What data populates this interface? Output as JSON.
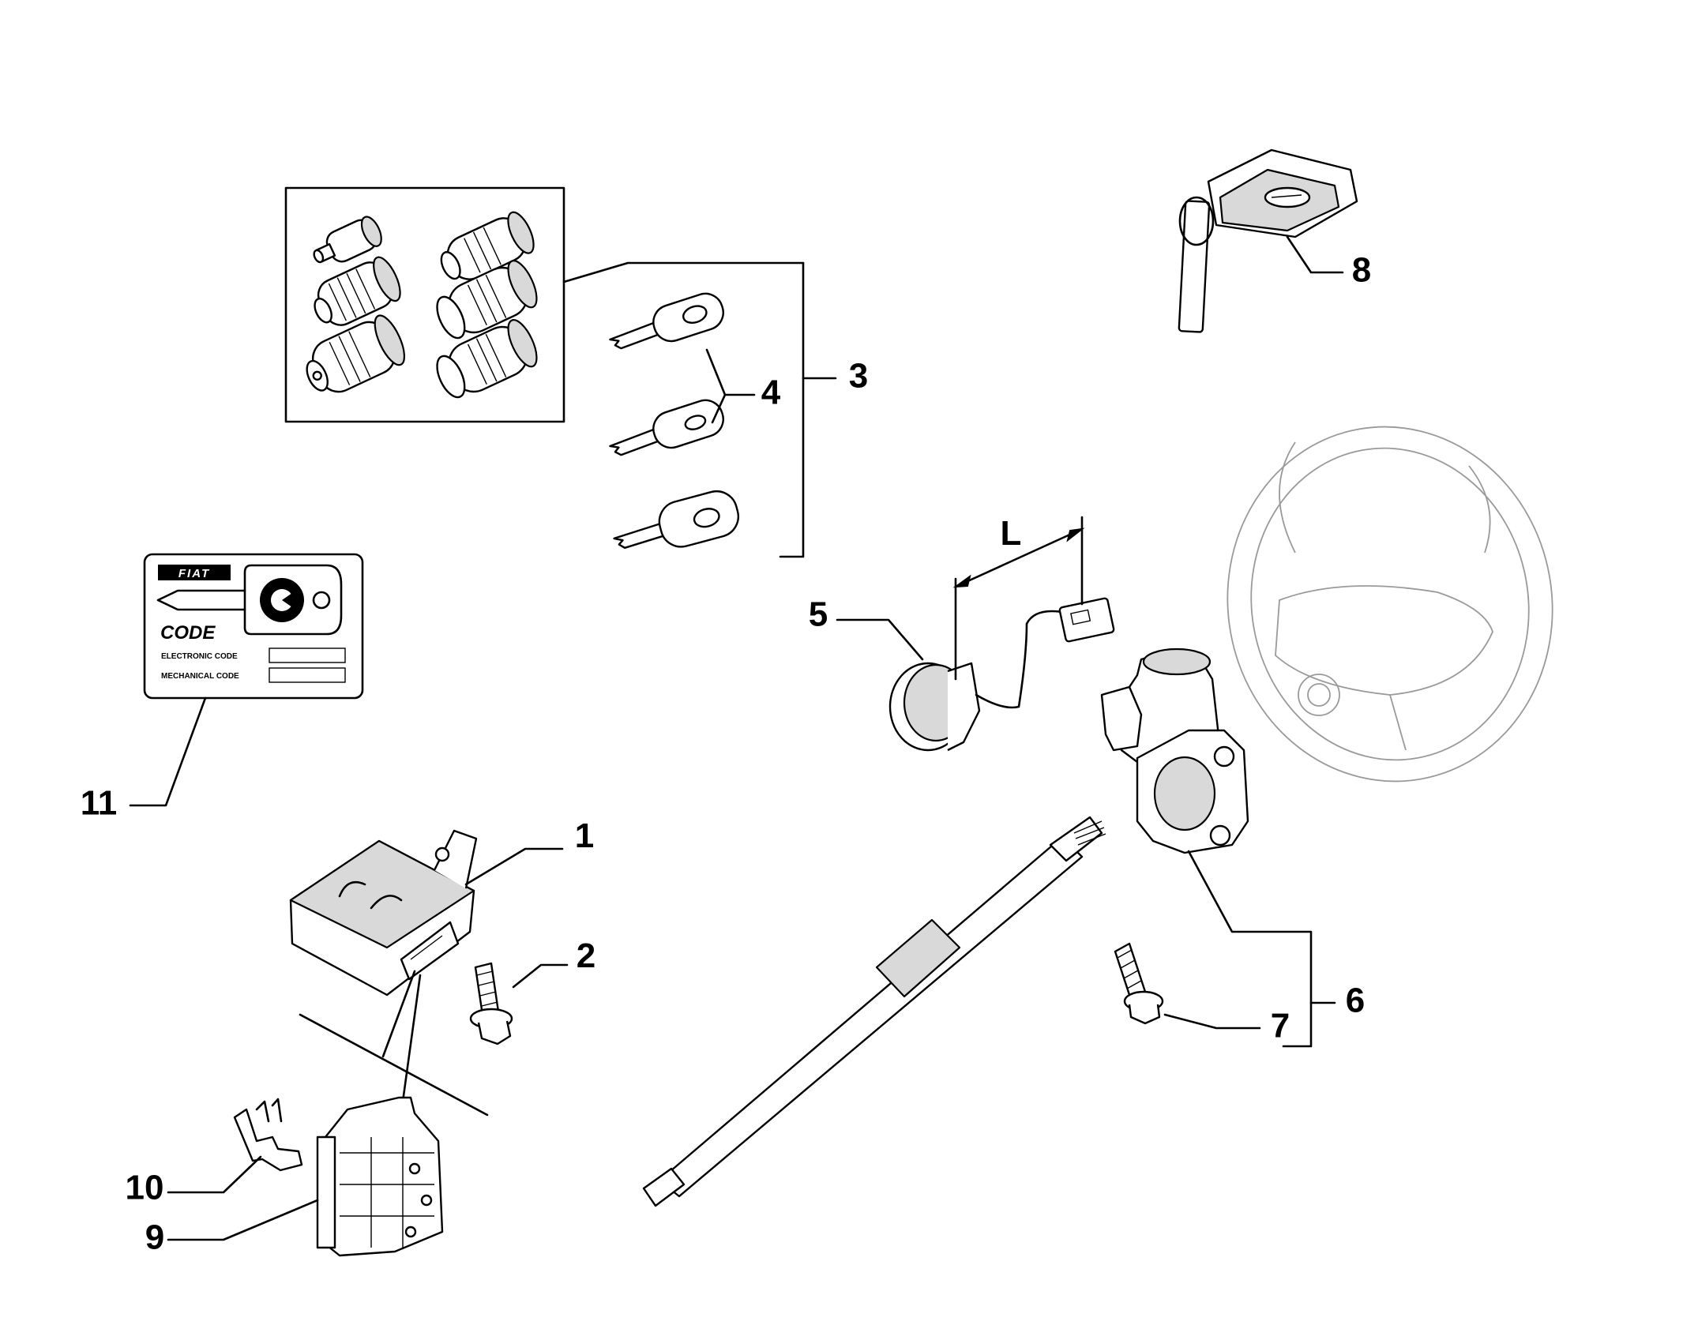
{
  "callouts": {
    "c1": "1",
    "c2": "2",
    "c3": "3",
    "c4": "4",
    "c5": "5",
    "c6": "6",
    "c7": "7",
    "c8": "8",
    "c9": "9",
    "c10": "10",
    "c11": "11",
    "dimension_l": "L"
  },
  "code_card": {
    "brand": "FIAT",
    "code_title": "CODE",
    "electronic_code_label": "ELECTRONIC CODE",
    "mechanical_code_label": "MECHANICAL CODE"
  }
}
